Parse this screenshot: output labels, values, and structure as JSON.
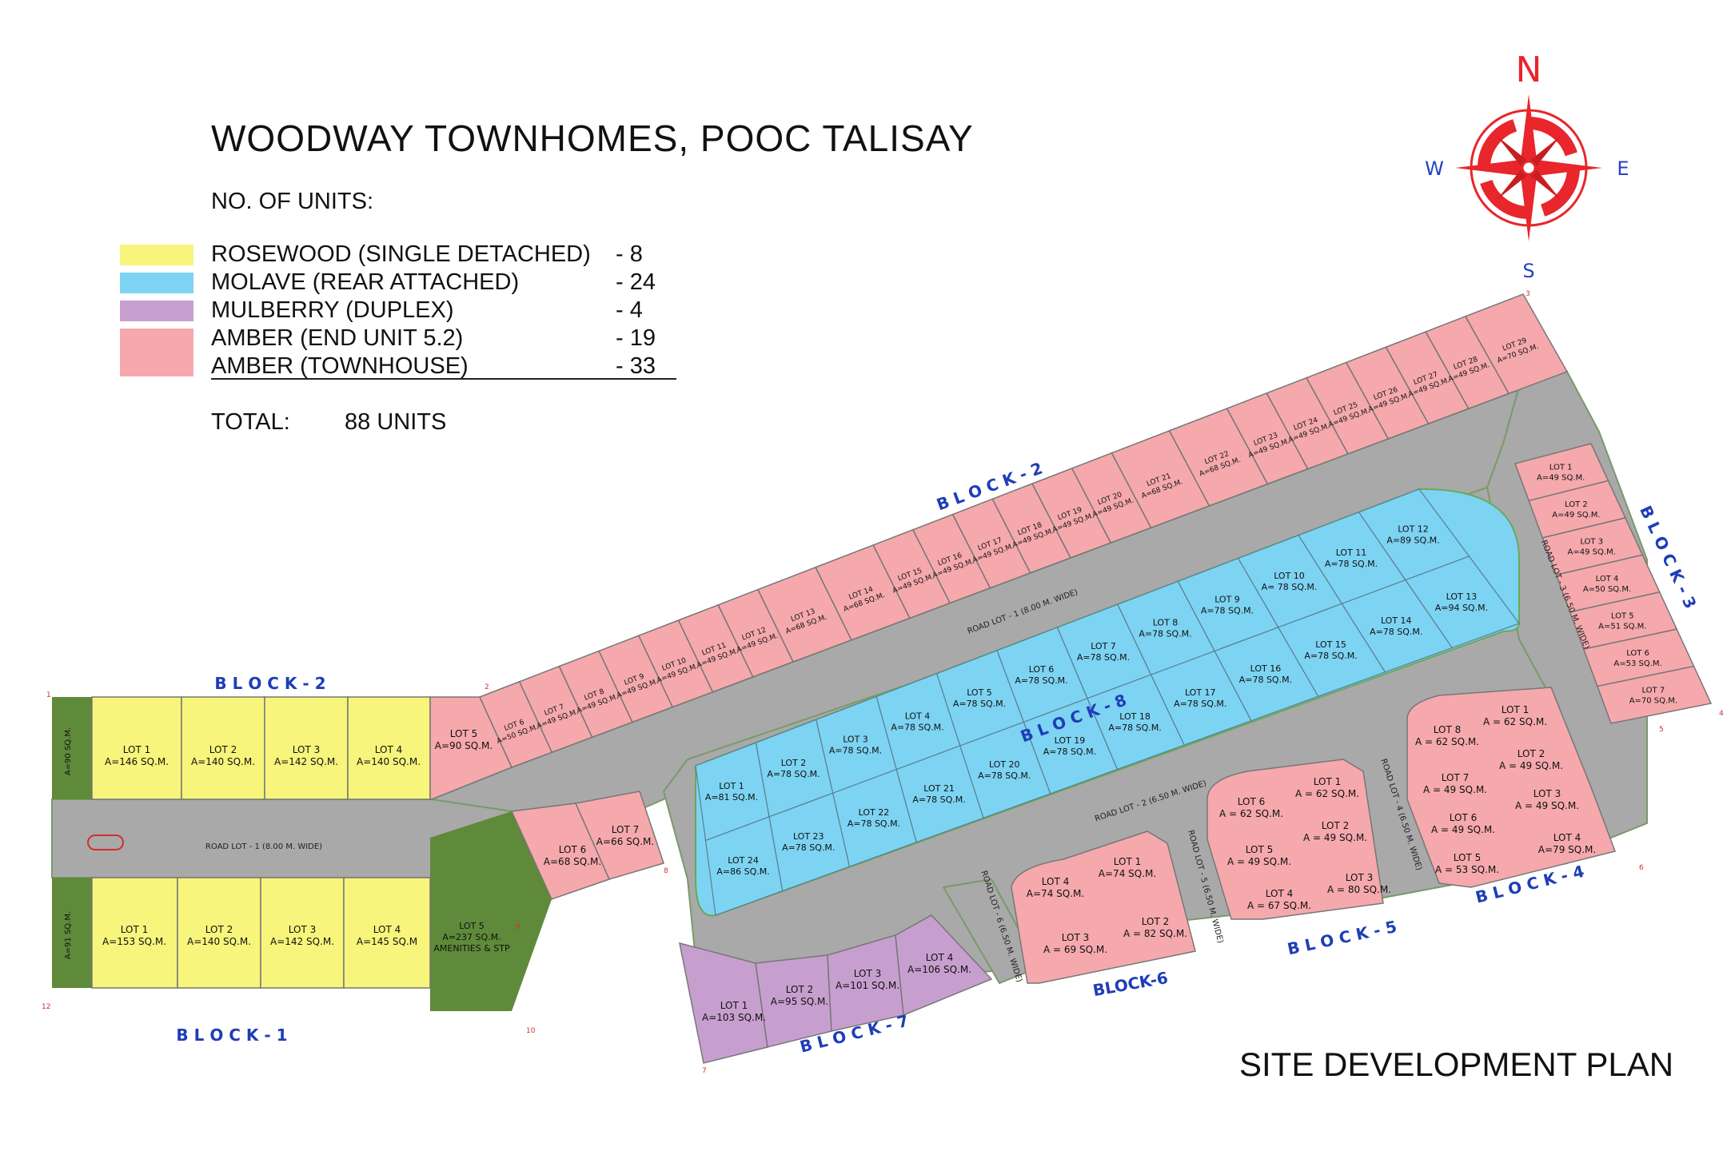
{
  "header": {
    "title": "WOODWAY TOWNHOMES, POOC TALISAY",
    "units_heading": "NO. OF UNITS:",
    "total_label": "TOTAL:",
    "total_value": "88 UNITS",
    "footer": "SITE DEVELOPMENT PLAN"
  },
  "legend": [
    {
      "label": "ROSEWOOD (SINGLE DETACHED)",
      "count": "- 8",
      "color": "#f7f57c"
    },
    {
      "label": "MOLAVE (REAR ATTACHED)",
      "count": "- 24",
      "color": "#7dd3f2"
    },
    {
      "label": "MULBERRY (DUPLEX)",
      "count": "- 4",
      "color": "#c79fcf"
    },
    {
      "label": "AMBER (END UNIT 5.2)",
      "count": "- 19",
      "color": "#f5a9ad"
    },
    {
      "label": "AMBER (TOWNHOUSE)",
      "count": "- 33",
      "color": "#f5a9ad"
    }
  ],
  "compass": {
    "n": "N",
    "s": "S",
    "e": "E",
    "w": "W",
    "color": "#e8262b",
    "letter_color": "#2442c7"
  },
  "colors": {
    "road": "#a9a9a9",
    "green": "#5f8a3a",
    "rosewood": "#f7f57c",
    "molave": "#7dd3f2",
    "mulberry": "#c79fcf",
    "amber": "#f5a9ad",
    "block_text": "#1e3db8"
  },
  "blocks": {
    "b1": "B L O C K - 1",
    "b2_west": "B L O C K - 2",
    "b2_north": "B L O C K - 2",
    "b3": "B L O C K - 3",
    "b4": "B L O C K - 4",
    "b5": "B L O C K - 5",
    "b6": "BLOCK-6",
    "b7": "B L O C K - 7",
    "b8": "B L O C K - 8"
  },
  "roads": {
    "r1_west": "ROAD LOT - 1 (8.00 M. WIDE)",
    "r1_north": "ROAD LOT - 1 (8.00 M. WIDE)",
    "r2": "ROAD LOT - 2 (6.50 M. WIDE)",
    "r3": "ROAD LOT - 3 (6.50 M. WIDE)",
    "r4": "ROAD LOT - 4 (6.50 M. WIDE)",
    "r5": "ROAD LOT - 5 (6.50 M. WIDE)",
    "r6": "ROAD LOT - 6 (6.50 M. WIDE)"
  },
  "block1_lots": [
    {
      "lot": "LOT 1",
      "area": "A=153 SQ.M."
    },
    {
      "lot": "LOT 2",
      "area": "A=140 SQ.M."
    },
    {
      "lot": "LOT 3",
      "area": "A=142 SQ.M."
    },
    {
      "lot": "LOT 4",
      "area": "A=145 SQ.M"
    },
    {
      "lot": "LOT 5",
      "area": "A=237 SQ.M.",
      "note": "AMENITIES & STP"
    }
  ],
  "block2_west_lots": [
    {
      "lot": "LOT 1",
      "area": "A=146 SQ.M."
    },
    {
      "lot": "LOT 2",
      "area": "A=140 SQ.M."
    },
    {
      "lot": "LOT 3",
      "area": "A=142 SQ.M."
    },
    {
      "lot": "LOT 4",
      "area": "A=140 SQ.M."
    },
    {
      "lot": "LOT 5",
      "area": "A=90 SQ.M."
    }
  ],
  "block2_north_lots": [
    {
      "lot": "LOT 6",
      "area": "A=50 SQ.M."
    },
    {
      "lot": "LOT 7",
      "area": "A=49 SQ.M."
    },
    {
      "lot": "LOT 8",
      "area": "A=49 SQ.M."
    },
    {
      "lot": "LOT 9",
      "area": "A=49 SQ.M."
    },
    {
      "lot": "LOT 10",
      "area": "A=49 SQ.M."
    },
    {
      "lot": "LOT 11",
      "area": "A=49 SQ.M."
    },
    {
      "lot": "LOT 12",
      "area": "A=49 SQ.M."
    },
    {
      "lot": "LOT 13",
      "area": "A=68 SQ.M."
    },
    {
      "lot": "LOT 14",
      "area": "A=68 SQ.M."
    },
    {
      "lot": "LOT 15",
      "area": "A=49 SQ.M."
    },
    {
      "lot": "LOT 16",
      "area": "A=49 SQ.M."
    },
    {
      "lot": "LOT 17",
      "area": "A=49 SQ.M."
    },
    {
      "lot": "LOT 18",
      "area": "A=49 SQ.M."
    },
    {
      "lot": "LOT 19",
      "area": "A=49 SQ.M."
    },
    {
      "lot": "LOT 20",
      "area": "A=49 SQ.M."
    },
    {
      "lot": "LOT 21",
      "area": "A=68 SQ.M."
    },
    {
      "lot": "LOT 22",
      "area": "A=68 SQ.M."
    },
    {
      "lot": "LOT 23",
      "area": "A=49 SQ.M."
    },
    {
      "lot": "LOT 24",
      "area": "A=49 SQ.M."
    },
    {
      "lot": "LOT 25",
      "area": "A=49 SQ.M."
    },
    {
      "lot": "LOT 26",
      "area": "A=49 SQ.M."
    },
    {
      "lot": "LOT 27",
      "area": "A=49 SQ.M."
    },
    {
      "lot": "LOT 28",
      "area": "A=49 SQ.M."
    },
    {
      "lot": "LOT 29",
      "area": "A=70 SQ.M."
    }
  ],
  "block2_south_lots": [
    {
      "lot": "LOT 6",
      "area": "A=68 SQ.M."
    },
    {
      "lot": "LOT 7",
      "area": "A=66 SQ.M."
    }
  ],
  "block3_lots": [
    {
      "lot": "LOT 1",
      "area": "A=49 SQ.M."
    },
    {
      "lot": "LOT 2",
      "area": "A=49 SQ.M."
    },
    {
      "lot": "LOT 3",
      "area": "A=49 SQ.M."
    },
    {
      "lot": "LOT 4",
      "area": "A=50 SQ.M."
    },
    {
      "lot": "LOT 5",
      "area": "A=51 SQ.M."
    },
    {
      "lot": "LOT 6",
      "area": "A=53 SQ.M."
    },
    {
      "lot": "LOT 7",
      "area": "A=70 SQ.M."
    }
  ],
  "block8_north_lots": [
    {
      "lot": "LOT 1",
      "area": "A=81 SQ.M."
    },
    {
      "lot": "LOT 2",
      "area": "A=78 SQ.M."
    },
    {
      "lot": "LOT 3",
      "area": "A=78 SQ.M."
    },
    {
      "lot": "LOT 4",
      "area": "A=78 SQ.M."
    },
    {
      "lot": "LOT 5",
      "area": "A=78 SQ.M."
    },
    {
      "lot": "LOT 6",
      "area": "A=78 SQ.M."
    },
    {
      "lot": "LOT 7",
      "area": "A=78 SQ.M."
    },
    {
      "lot": "LOT 8",
      "area": "A=78 SQ.M."
    },
    {
      "lot": "LOT 9",
      "area": "A=78 SQ.M."
    },
    {
      "lot": "LOT 10",
      "area": "A= 78 SQ.M."
    },
    {
      "lot": "LOT 11",
      "area": "A=78 SQ.M."
    },
    {
      "lot": "LOT 12",
      "area": "A=89 SQ.M."
    }
  ],
  "block8_south_lots": [
    {
      "lot": "LOT 24",
      "area": "A=86 SQ.M."
    },
    {
      "lot": "LOT 23",
      "area": "A=78 SQ.M."
    },
    {
      "lot": "LOT 22",
      "area": "A=78 SQ.M."
    },
    {
      "lot": "LOT 21",
      "area": "A=78 SQ.M."
    },
    {
      "lot": "LOT 20",
      "area": "A=78 SQ.M."
    },
    {
      "lot": "LOT 19",
      "area": "A=78 SQ.M."
    },
    {
      "lot": "LOT 18",
      "area": "A=78 SQ.M."
    },
    {
      "lot": "LOT 17",
      "area": "A=78 SQ.M."
    },
    {
      "lot": "LOT 16",
      "area": "A=78 SQ.M."
    },
    {
      "lot": "LOT 15",
      "area": "A=78 SQ.M."
    },
    {
      "lot": "LOT 14",
      "area": "A=78 SQ.M."
    },
    {
      "lot": "LOT 13",
      "area": "A=94 SQ.M."
    }
  ],
  "block4_lots": [
    {
      "lot": "LOT 8",
      "area": "A = 62 SQ.M."
    },
    {
      "lot": "LOT 1",
      "area": "A = 62 SQ.M."
    },
    {
      "lot": "LOT 7",
      "area": "A = 49 SQ.M."
    },
    {
      "lot": "LOT 2",
      "area": "A = 49 SQ.M."
    },
    {
      "lot": "LOT 6",
      "area": "A = 49 SQ.M."
    },
    {
      "lot": "LOT 3",
      "area": "A = 49 SQ.M."
    },
    {
      "lot": "LOT 5",
      "area": "A = 53 SQ.M."
    },
    {
      "lot": "LOT 4",
      "area": "A=79 SQ.M."
    }
  ],
  "block5_lots": [
    {
      "lot": "LOT 6",
      "area": "A = 62 SQ.M."
    },
    {
      "lot": "LOT 1",
      "area": "A = 62 SQ.M."
    },
    {
      "lot": "LOT 5",
      "area": "A = 49 SQ.M."
    },
    {
      "lot": "LOT 2",
      "area": "A = 49 SQ.M."
    },
    {
      "lot": "LOT 4",
      "area": "A = 67 SQ.M."
    },
    {
      "lot": "LOT 3",
      "area": "A = 80 SQ.M."
    }
  ],
  "block6_lots": [
    {
      "lot": "LOT 4",
      "area": "A=74 SQ.M."
    },
    {
      "lot": "LOT 1",
      "area": "A=74 SQ.M."
    },
    {
      "lot": "LOT 3",
      "area": "A = 69 SQ.M."
    },
    {
      "lot": "LOT 2",
      "area": "A = 82 SQ.M."
    }
  ],
  "block7_lots": [
    {
      "lot": "LOT 1",
      "area": "A=103 SQ.M."
    },
    {
      "lot": "LOT 2",
      "area": "A=95 SQ.M."
    },
    {
      "lot": "LOT 3",
      "area": "A=101 SQ.M."
    },
    {
      "lot": "LOT 4",
      "area": "A=106 SQ.M."
    }
  ],
  "open_space": {
    "west_north": "A=90 SQ.M.",
    "west_south": "A=91 SQ.M."
  },
  "corner_marks": [
    "1",
    "2",
    "3",
    "4",
    "5",
    "6",
    "7",
    "8",
    "9",
    "10",
    "12"
  ]
}
